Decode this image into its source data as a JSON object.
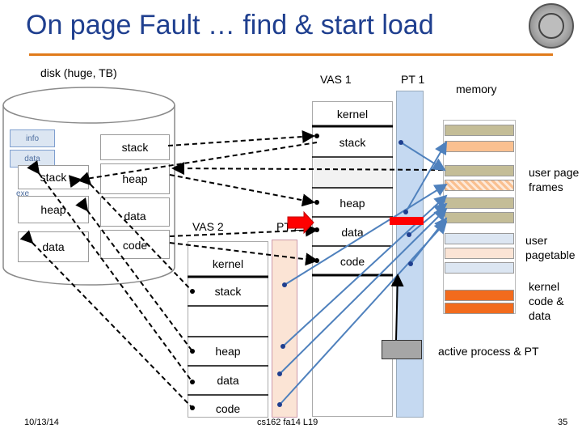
{
  "title": "On page Fault … find & start load",
  "disk": {
    "label": "disk (huge, TB)",
    "info": "info",
    "data_small": "data",
    "exe": "exe",
    "stack": "stack",
    "heap": "heap",
    "data": "data"
  },
  "program": {
    "stack": "stack",
    "heap": "heap",
    "data": "data",
    "code": "code"
  },
  "vas1": {
    "label": "VAS 1",
    "kernel": "kernel",
    "stack": "stack",
    "heap": "heap",
    "data": "data",
    "code": "code"
  },
  "vas2": {
    "label": "VAS 2",
    "kernel": "kernel",
    "stack": "stack",
    "heap": "heap",
    "data": "data",
    "code": "code"
  },
  "pt1": {
    "label": "PT 1"
  },
  "pt2": {
    "label": "PT 2"
  },
  "memory": {
    "label": "memory",
    "user_page_frames": "user page frames",
    "user_pagetable": "user pagetable",
    "kernel_code_data": "kernel code & data"
  },
  "active": {
    "label": "active process & PT"
  },
  "footer": {
    "date": "10/13/14",
    "course": "cs162 fa14 L19",
    "page": "35"
  },
  "colors": {
    "title": "#1f3f8f",
    "rule": "#e07a1a",
    "pt_blue": "#c5d9f1",
    "pt_pink": "#fbe4d5",
    "frame_olive": "#c4bd97",
    "frame_peach": "#fac090",
    "frame_blue": "#dce6f2",
    "frame_orange": "#f26b1d",
    "fault_red": "#ff0000",
    "arrow_blue": "#4f81bd"
  }
}
